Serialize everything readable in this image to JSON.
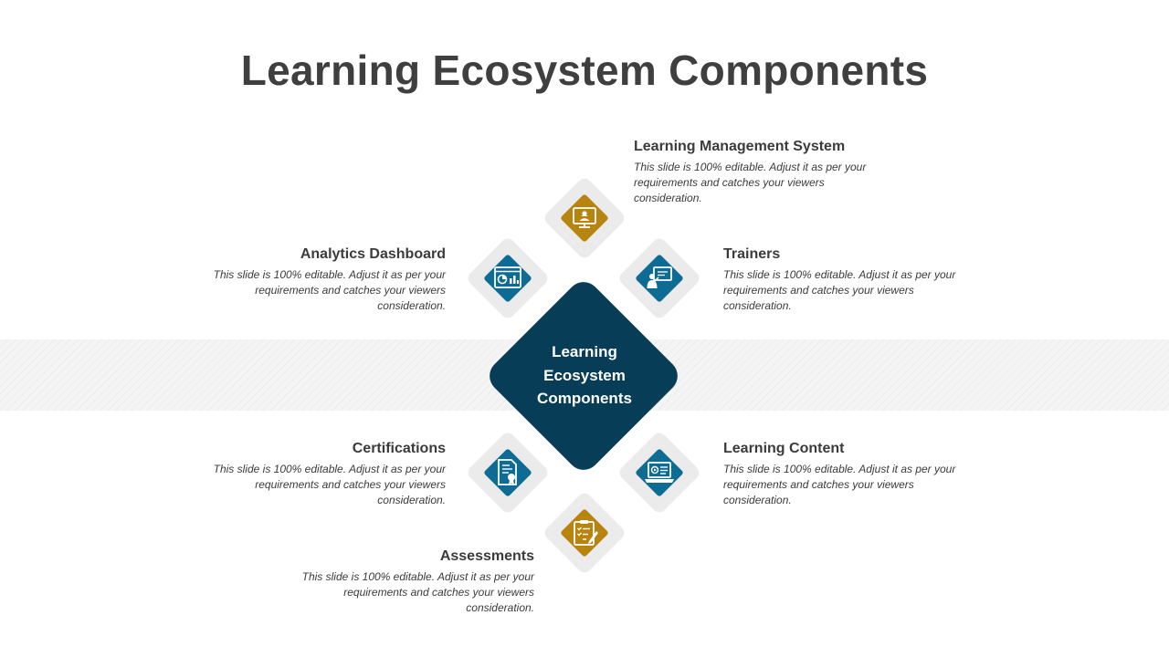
{
  "slide": {
    "title": "Learning Ecosystem Components"
  },
  "center": {
    "lines": [
      "Learning",
      "Ecosystem",
      "Components"
    ],
    "color": "#073d56"
  },
  "colors": {
    "blue_tile": "#0e6b93",
    "gold_tile": "#b78410",
    "halo": "#ebebeb",
    "text": "#3b3b3b"
  },
  "components": [
    {
      "title": "Learning Management System",
      "desc_lines": [
        "This slide is 100% editable. Adjust it as per your",
        "requirements and catches your viewers",
        "consideration."
      ],
      "icon": "presenter-screen-icon",
      "tile_color": "gold"
    },
    {
      "title": "Analytics Dashboard",
      "desc_lines": [
        "This slide is 100% editable. Adjust it as per your",
        "requirements and catches your viewers",
        "consideration."
      ],
      "icon": "analytics-chart-icon",
      "tile_color": "blue"
    },
    {
      "title": "Trainers",
      "desc_lines": [
        "This slide is 100% editable. Adjust it as per your",
        "requirements and catches your viewers",
        "consideration."
      ],
      "icon": "trainer-board-icon",
      "tile_color": "blue"
    },
    {
      "title": "Certifications",
      "desc_lines": [
        "This slide is 100% editable. Adjust it as per your",
        "requirements and catches your viewers",
        "consideration."
      ],
      "icon": "certificate-icon",
      "tile_color": "blue"
    },
    {
      "title": "Learning Content",
      "desc_lines": [
        "This slide is 100% editable. Adjust it as per your",
        "requirements and catches your viewers",
        "consideration."
      ],
      "icon": "laptop-content-icon",
      "tile_color": "blue"
    },
    {
      "title": "Assessments",
      "desc_lines": [
        "This slide is 100% editable. Adjust it as per your",
        "requirements and catches your viewers",
        "consideration."
      ],
      "icon": "clipboard-checklist-icon",
      "tile_color": "gold"
    }
  ]
}
